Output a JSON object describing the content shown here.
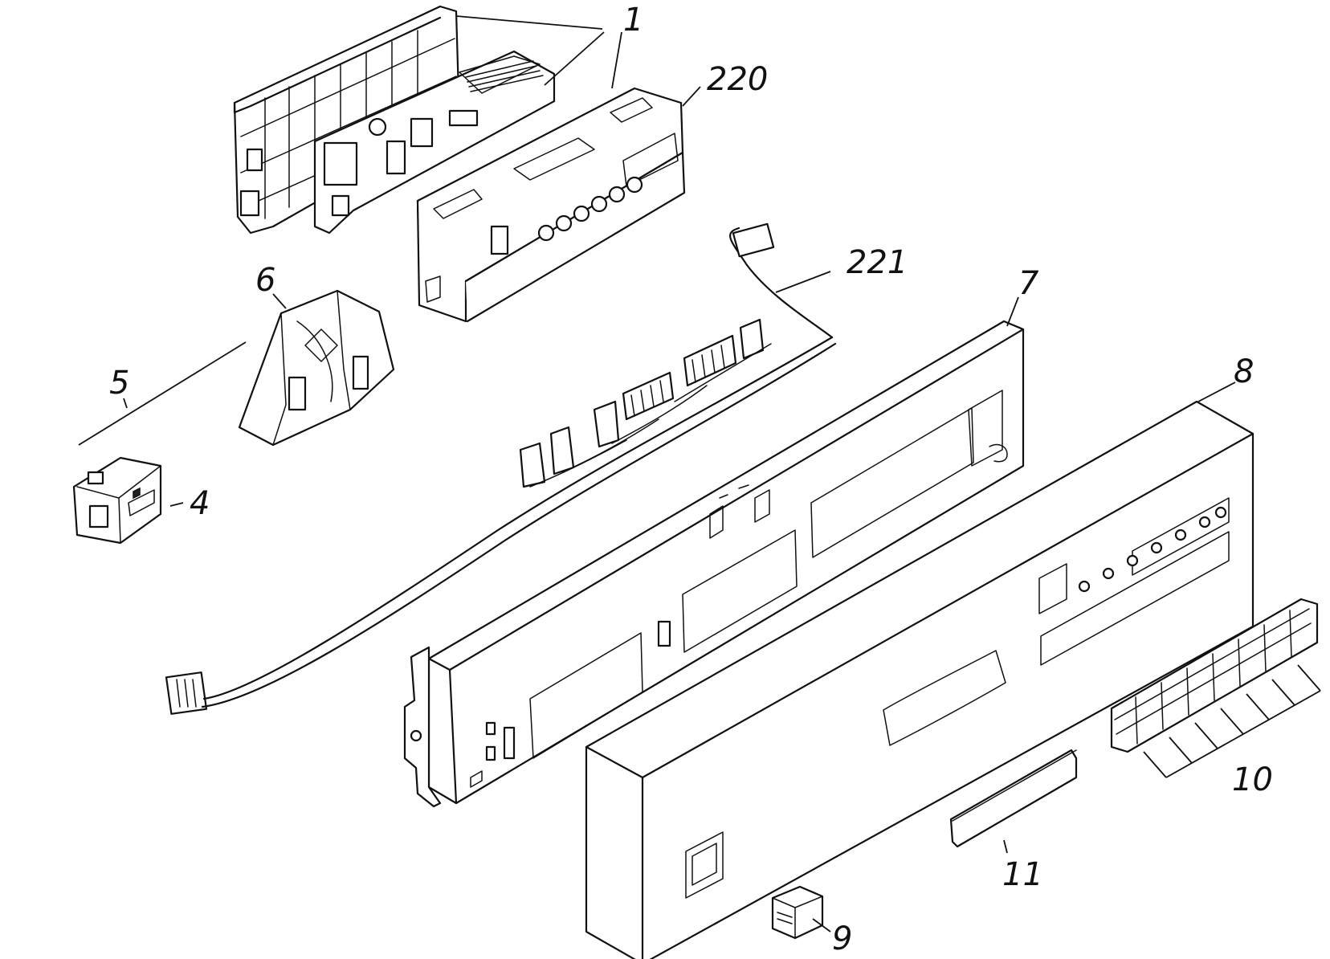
{
  "callouts": {
    "c1": "1",
    "c220": "220",
    "c221": "221",
    "c7": "7",
    "c6": "6",
    "c5": "5",
    "c4": "4",
    "c8": "8",
    "c10": "10",
    "c11": "11",
    "c9": "9"
  }
}
